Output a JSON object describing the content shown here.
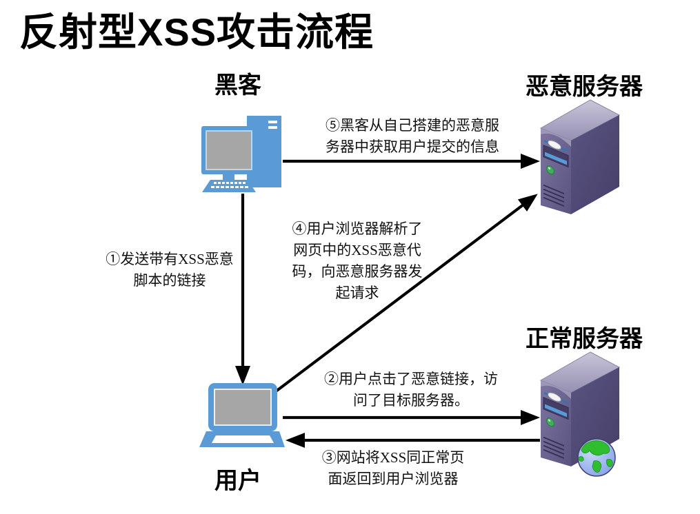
{
  "title": "反射型XSS攻击流程",
  "nodes": {
    "hacker": {
      "label": "黑客",
      "icon": "desktop-computer-icon"
    },
    "malicious_server": {
      "label": "恶意服务器",
      "icon": "server-tower-icon"
    },
    "user": {
      "label": "用户",
      "icon": "laptop-icon"
    },
    "normal_server": {
      "label": "正常服务器",
      "icon": "server-tower-globe-icon"
    }
  },
  "steps": [
    {
      "id": "1",
      "text": "①发送带有XSS恶意\n脚本的链接",
      "from": "hacker",
      "to": "user"
    },
    {
      "id": "2",
      "text": "②用户点击了恶意链接，访\n问了目标服务器。",
      "from": "user",
      "to": "normal_server"
    },
    {
      "id": "3",
      "text": "③网站将XSS同正常页\n面返回到用户浏览器",
      "from": "normal_server",
      "to": "user"
    },
    {
      "id": "4",
      "text": "④用户浏览器解析了\n网页中的XSS恶意代\n码，向恶意服务器发\n起请求",
      "from": "user",
      "to": "malicious_server"
    },
    {
      "id": "5",
      "text": "⑤黑客从自己搭建的恶意服\n务器中获取用户提交的信息",
      "from": "hacker",
      "to": "malicious_server"
    }
  ],
  "colors": {
    "background": "#FFFFFF",
    "text": "#000000",
    "arrow": "#000000",
    "device_blue": "#5B9BD5",
    "screen_gray": "#A6A6A6",
    "server_front": "#6E6791",
    "server_side": "#4E4876",
    "server_top": "#B7B2C8",
    "drive_panel": "#433E66",
    "drive_stripe": "#5B9BD5",
    "led_green": "#3FAE5A",
    "globe_green": "#2FBE2F",
    "globe_blue": "#9FBCEE"
  }
}
